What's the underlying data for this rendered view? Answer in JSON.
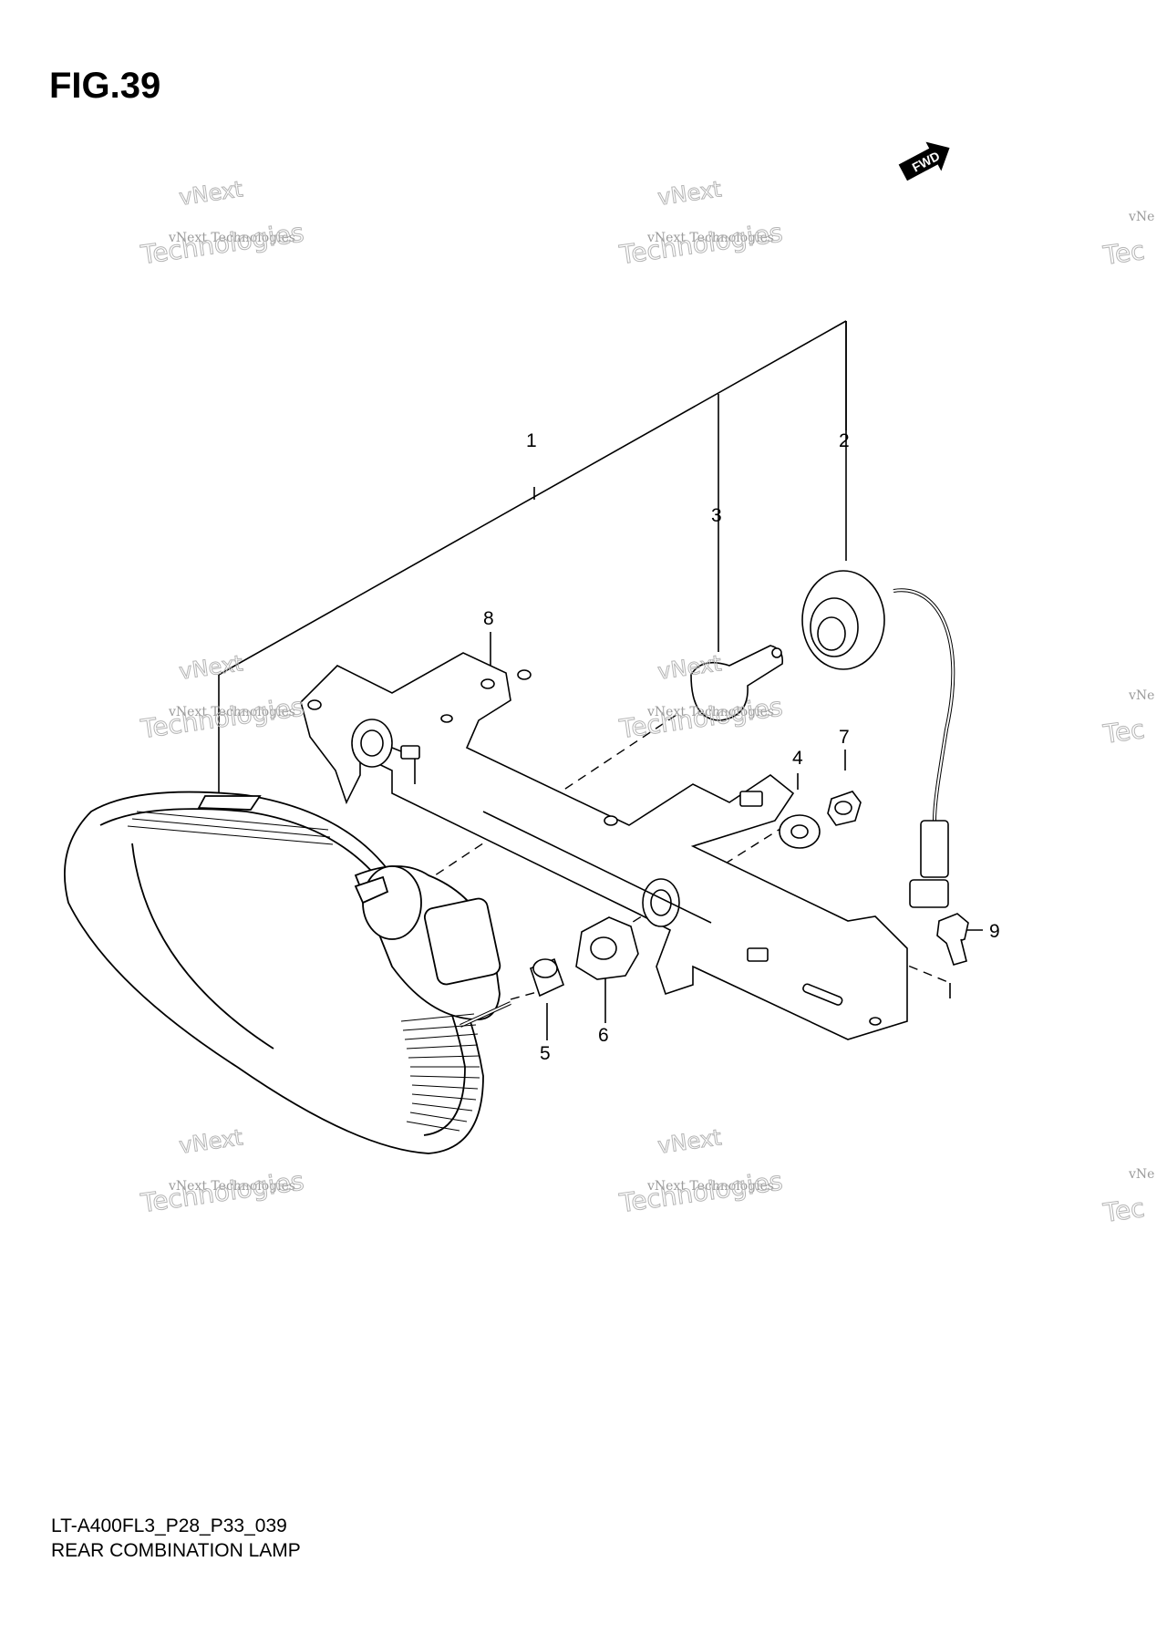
{
  "figure": {
    "title": "FIG.39",
    "fwd_badge": "FWD",
    "model_code": "LT-A400FL3_P28_P33_039",
    "name": "REAR COMBINATION LAMP"
  },
  "callouts": [
    "1",
    "2",
    "3",
    "4",
    "5",
    "6",
    "7",
    "8",
    "9"
  ],
  "watermark": {
    "line1": "vNext",
    "line2": "vNext Technologies",
    "line3": "Technologies",
    "edge_line2": "vNe",
    "edge_line3": "Tec"
  }
}
